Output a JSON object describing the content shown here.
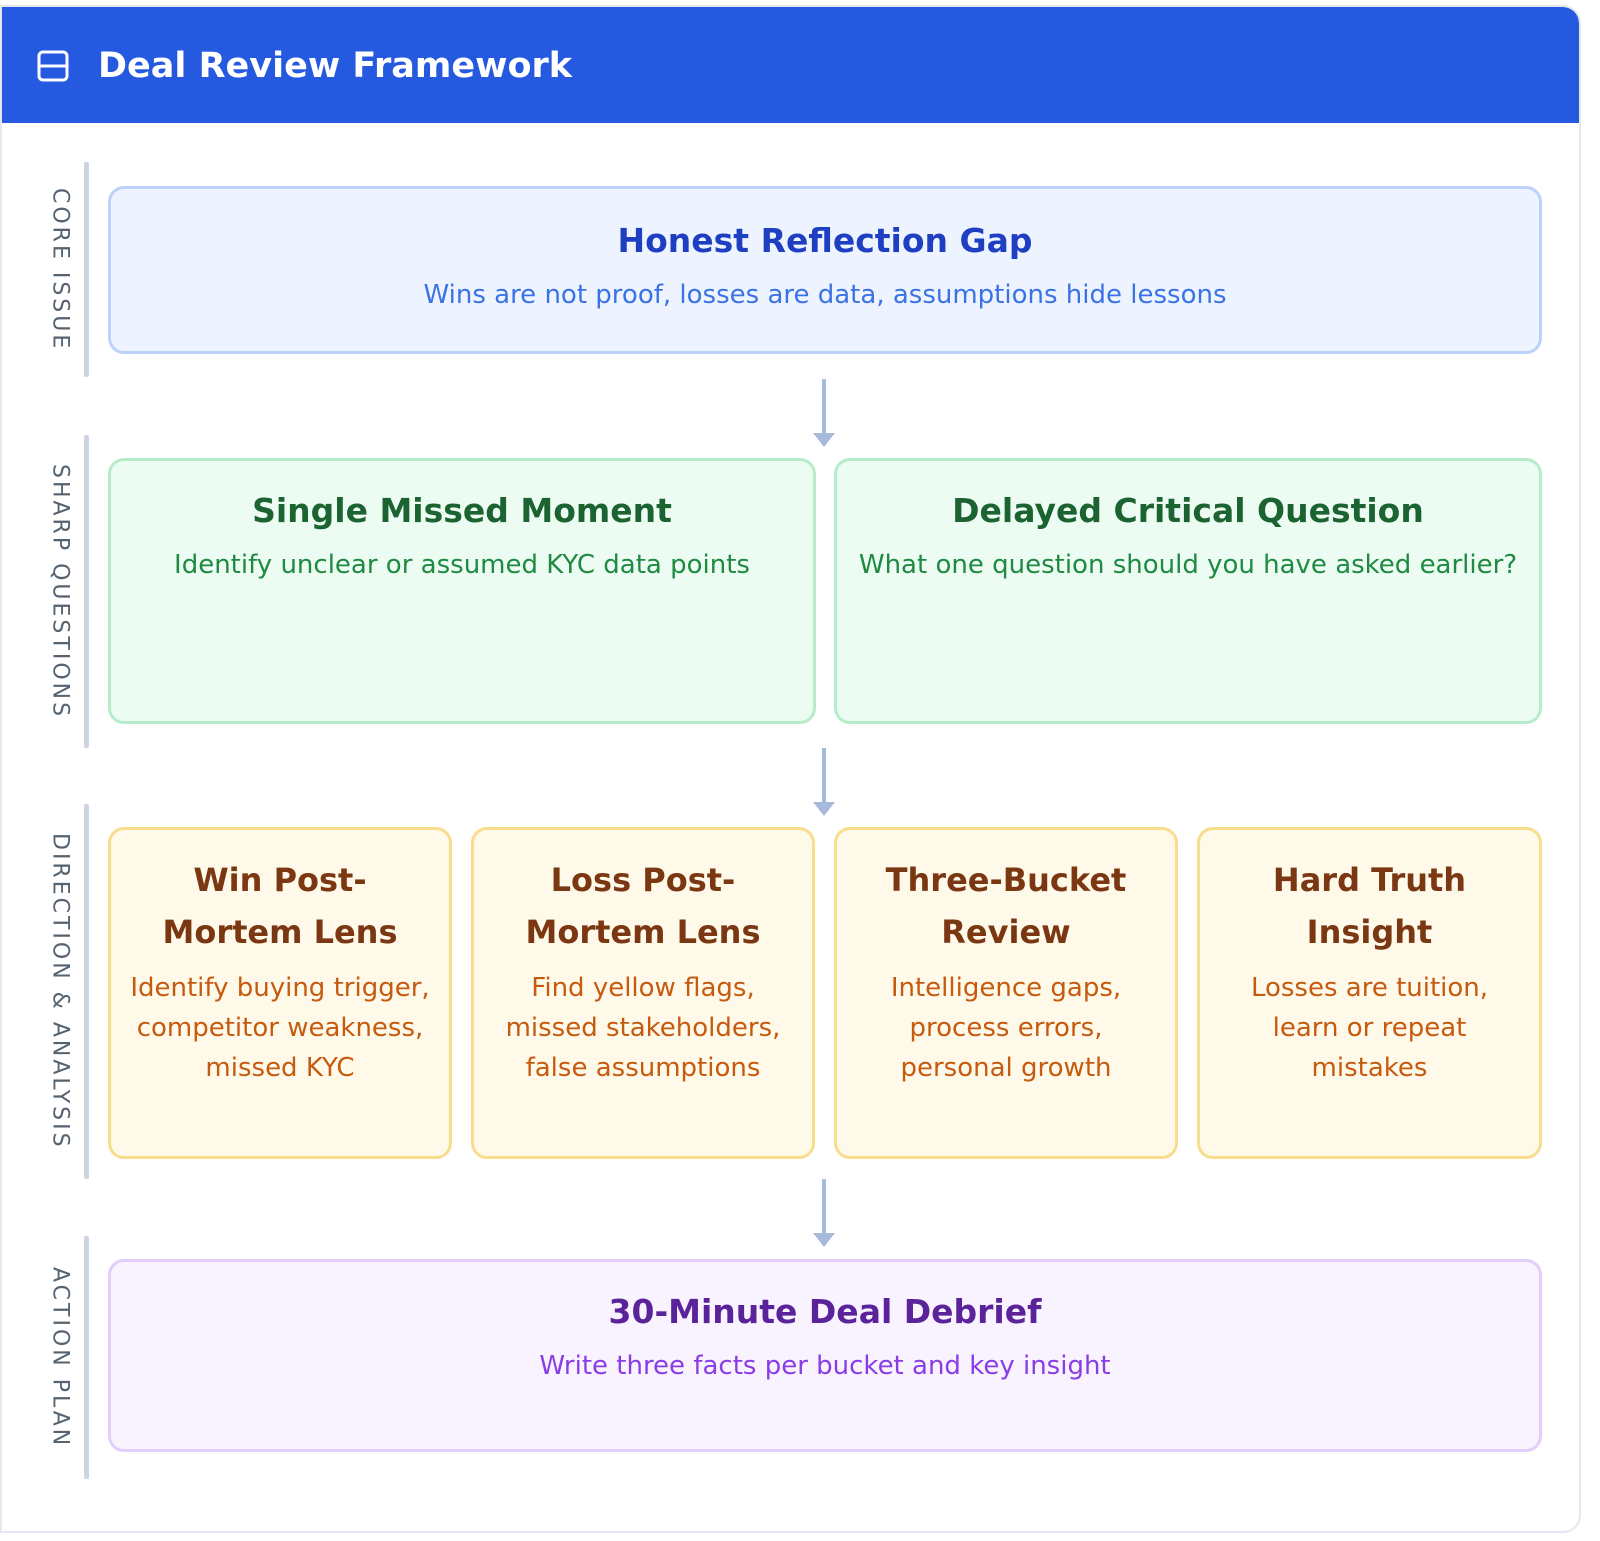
{
  "header": {
    "title": "Deal Review Framework",
    "icon": "layout-panel-icon",
    "background": "#2459e0"
  },
  "lanes": [
    {
      "label": "CORE ISSUE",
      "boxes": [
        {
          "title": "Honest Reflection Gap",
          "description": "Wins are not proof, losses are data, assumptions hide lessons"
        }
      ]
    },
    {
      "label": "SHARP QUESTIONS",
      "boxes": [
        {
          "title": "Single Missed Moment",
          "description": "Identify unclear or assumed KYC data points"
        },
        {
          "title": "Delayed Critical Question",
          "description": "What one question should you have asked earlier?"
        }
      ]
    },
    {
      "label": "DIRECTION & ANALYSIS",
      "boxes": [
        {
          "title": "Win Post-Mortem Lens",
          "description": "Identify buying trigger, competitor weakness, missed KYC"
        },
        {
          "title": "Loss Post-Mortem Lens",
          "description": "Find yellow flags, missed stakeholders, false assumptions"
        },
        {
          "title": "Three-Bucket Review",
          "description": "Intelligence gaps, process errors, personal growth"
        },
        {
          "title": "Hard Truth Insight",
          "description": "Losses are tuition, learn or repeat mistakes"
        }
      ]
    },
    {
      "label": "ACTION PLAN",
      "boxes": [
        {
          "title": "30-Minute Deal Debrief",
          "description": "Write three facts per bucket and key insight"
        }
      ]
    }
  ],
  "colors": {
    "core": "#eef4ff",
    "questions": "#edfcf3",
    "analysis": "#fef9e8",
    "action": "#f8f3ff",
    "connector": "#a8badb"
  }
}
